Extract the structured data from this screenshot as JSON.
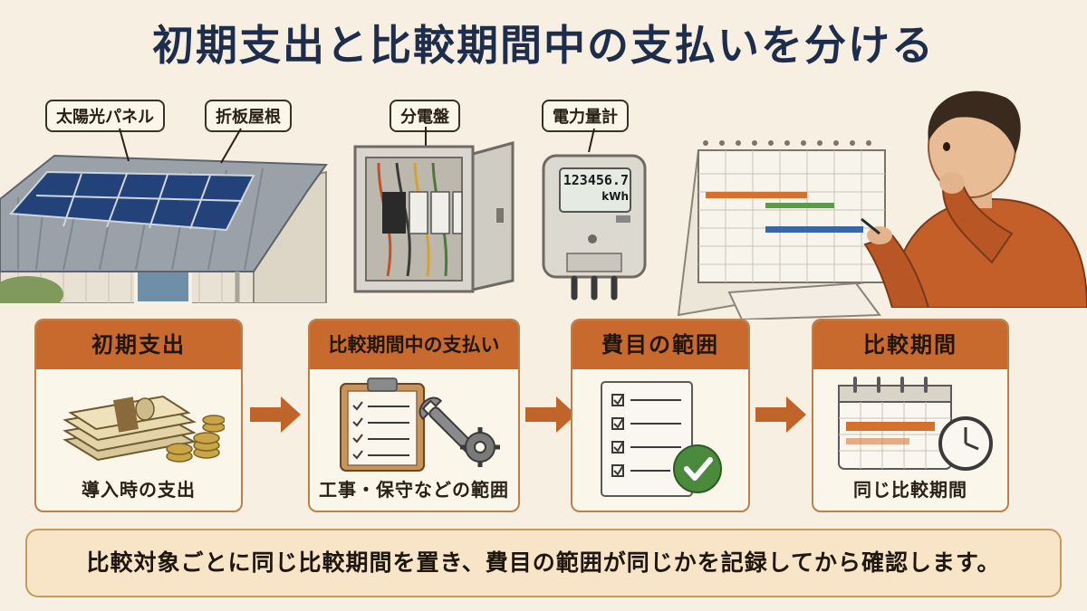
{
  "title": "初期支出と比較期間中の支払いを分ける",
  "labels": {
    "solar_panel": "太陽光パネル",
    "folded_roof": "折板屋根",
    "distribution_board": "分電盤",
    "power_meter": "電力量計"
  },
  "meter": {
    "reading": "123456.7",
    "unit": "kWh"
  },
  "steps": [
    {
      "header": "初期支出",
      "caption": "導入時の支出"
    },
    {
      "header": "比較期間中の支払い",
      "caption": "工事・保守などの範囲"
    },
    {
      "header": "費目の範囲",
      "caption": ""
    },
    {
      "header": "比較期間",
      "caption": "同じ比較期間"
    }
  ],
  "footer": "比較対象ごとに同じ比較期間を置き、費目の範囲が同じかを記録してから確認します。",
  "colors": {
    "accent": "#c8692d",
    "title": "#1f2d4d",
    "arrow": "#c0652a",
    "check": "#4a8a3c"
  }
}
